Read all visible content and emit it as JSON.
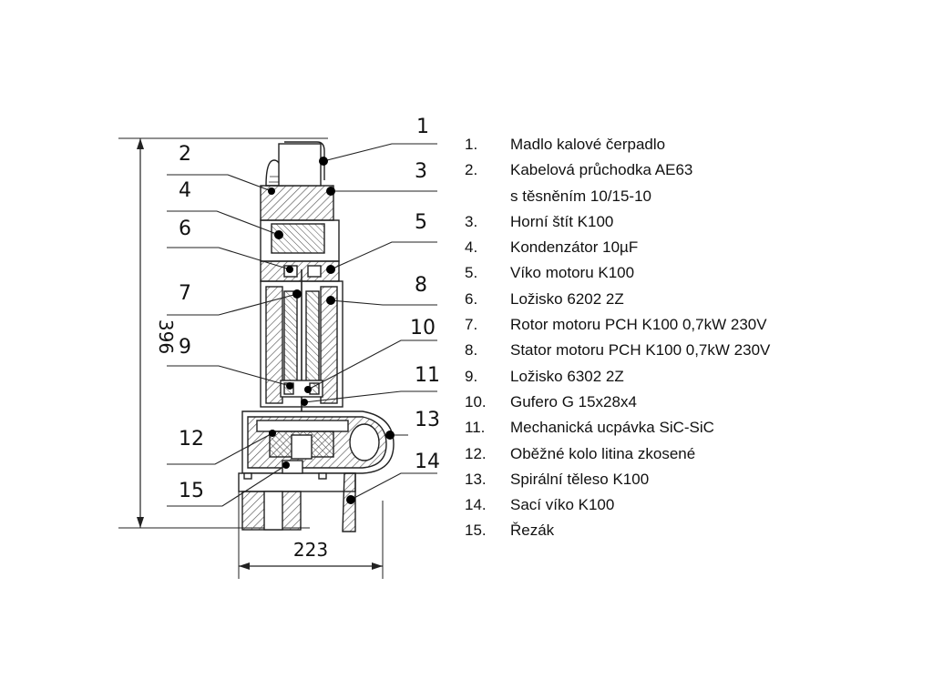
{
  "diagram": {
    "callouts": [
      "1",
      "2",
      "3",
      "4",
      "5",
      "6",
      "7",
      "8",
      "9",
      "10",
      "11",
      "12",
      "13",
      "14",
      "15"
    ],
    "dimensions": {
      "height_label": "396",
      "width_label": "223"
    },
    "colors": {
      "line": "#222222",
      "hatch": "#555555",
      "marker": "#000000"
    }
  },
  "legend": [
    {
      "num": "1.",
      "text": "Madlo kalové čerpadlo"
    },
    {
      "num": "2.",
      "text": "Kabelová průchodka AE63"
    },
    {
      "num": "",
      "text": "s těsněním 10/15-10"
    },
    {
      "num": "3.",
      "text": "Horní štít K100"
    },
    {
      "num": "4.",
      "text": "Kondenzátor 10µF"
    },
    {
      "num": "5.",
      "text": "Víko motoru K100"
    },
    {
      "num": "6.",
      "text": "Ložisko 6202 2Z"
    },
    {
      "num": "7.",
      "text": "Rotor motoru PCH K100 0,7kW 230V"
    },
    {
      "num": "8.",
      "text": "Stator motoru PCH K100 0,7kW 230V"
    },
    {
      "num": "9.",
      "text": "Ložisko 6302 2Z"
    },
    {
      "num": "10.",
      "text": "Gufero G 15x28x4"
    },
    {
      "num": "11.",
      "text": "Mechanická ucpávka SiC-SiC"
    },
    {
      "num": "12.",
      "text": "Oběžné kolo litina zkosené"
    },
    {
      "num": "13.",
      "text": "Spirální těleso K100"
    },
    {
      "num": "14.",
      "text": "Sací víko K100"
    },
    {
      "num": "15.",
      "text": "Řezák"
    }
  ]
}
